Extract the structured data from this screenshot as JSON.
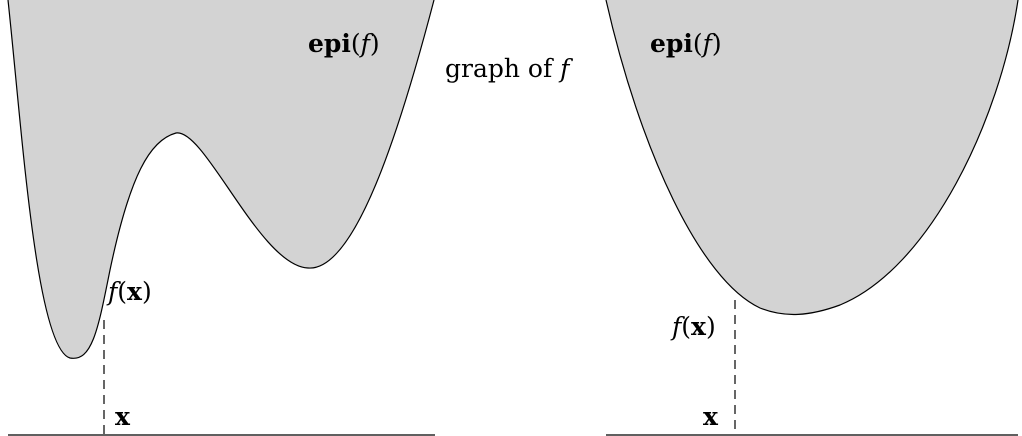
{
  "left_panel": {
    "epi_label": {
      "bold": "epi",
      "open": "(",
      "fn": "f",
      "close": ")"
    },
    "fx_label": {
      "fn": "f",
      "open": "(",
      "var": "x",
      "close": ")"
    },
    "x_label": "x"
  },
  "center_label": {
    "text": "graph of ",
    "fn": "f"
  },
  "right_panel": {
    "epi_label": {
      "bold": "epi",
      "open": "(",
      "fn": "f",
      "close": ")"
    },
    "fx_label": {
      "fn": "f",
      "open": "(",
      "var": "x",
      "close": ")"
    },
    "x_label": "x"
  }
}
